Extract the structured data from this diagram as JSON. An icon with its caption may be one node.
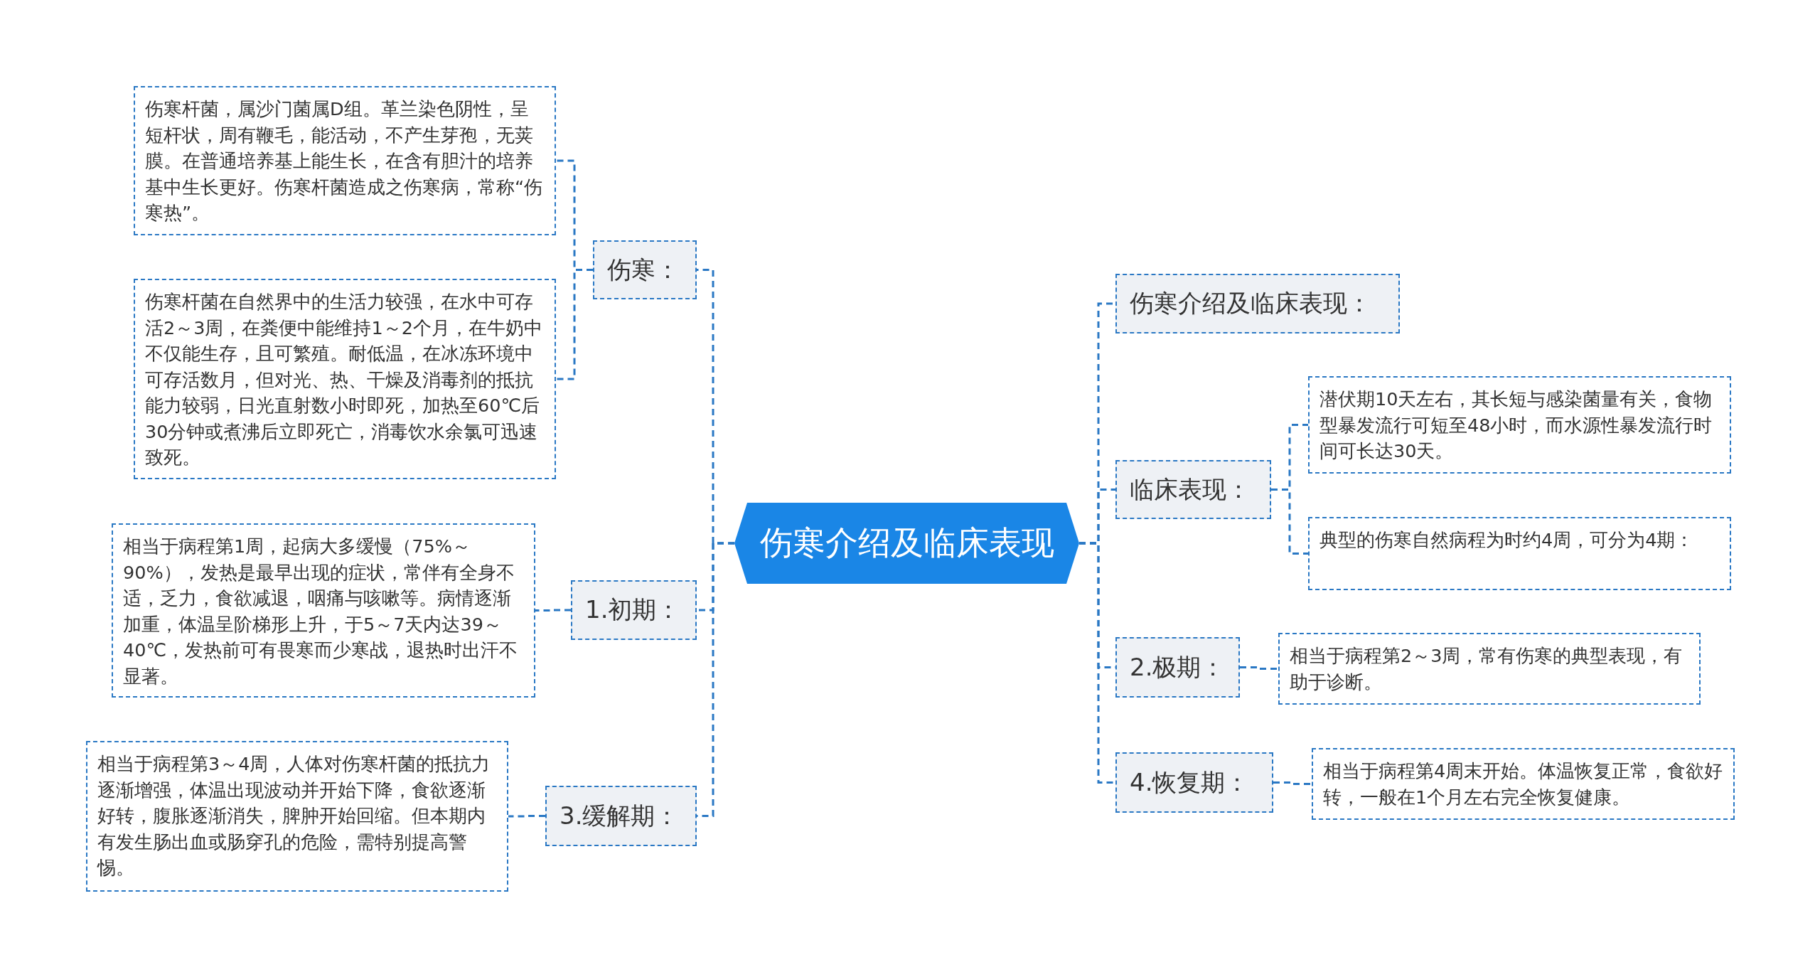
{
  "diagram": {
    "nodes": [
      {
        "text": [
          "伤寒介绍及临床表现"
        ]
      },
      {
        "text": [
          "伤寒："
        ]
      },
      {
        "text": [
          "伤寒杆菌，属沙门菌属D组。革兰染色阴性，呈短杆状，周有鞭毛，能活动，不产生芽孢，无荚膜。在普通培养基上能生长，在含有胆汁的培养基中生长更好。伤寒杆菌造成之伤寒病，常称“伤寒热”。"
        ]
      },
      {
        "text": [
          "伤寒杆菌在自然界中的生活力较强，在水中可存活2～3周，在粪便中能维持1～2个月，在牛奶中不仅能生存，且可繁殖。耐低温，在冰冻环境中可存活数月，但对光、热、干燥及消毒剂的抵抗能力较弱，日光直射数小时即死，加热至60℃后30分钟或煮沸后立即死亡，消毒饮水余氯可迅速致死。"
        ]
      },
      {
        "text": [
          "1.初期："
        ]
      },
      {
        "text": [
          "相当于病程第1周，起病大多缓慢（75%～90%），发热是最早出现的症状，常伴有全身不适，乏力，食欲减退，咽痛与咳嗽等。病情逐渐加重，体温呈阶梯形上升，于5～7天内达39～40℃，发热前可有畏寒而少寒战，退热时出汗不显著。"
        ]
      },
      {
        "text": [
          "3.缓解期："
        ]
      },
      {
        "text": [
          "相当于病程第3～4周，人体对伤寒杆菌的抵抗力逐渐增强，体温出现波动并开始下降，食欲逐渐好转，腹胀逐渐消失，脾肿开始回缩。但本期内有发生肠出血或肠穿孔的危险，需特别提高警惕。"
        ]
      },
      {
        "text": [
          "伤寒介绍及临床表现："
        ]
      },
      {
        "text": [
          "临床表现："
        ]
      },
      {
        "text": [
          "潜伏期10天左右，其长短与感染菌量有关，食物型暴发流行可短至48小时，而水源性暴发流行时间可长达30天。"
        ]
      },
      {
        "text": [
          "典型的伤寒自然病程为时约4周，可分为4期："
        ]
      },
      {
        "text": [
          "2.极期："
        ]
      },
      {
        "text": [
          "相当于病程第2～3周，常有伤寒的典型表现，有助于诊断。"
        ]
      },
      {
        "text": [
          "4.恢复期："
        ]
      },
      {
        "text": [
          "相当于病程第4周末开始。体温恢复正常，食欲好转，一般在1个月左右完全恢复健康。"
        ]
      }
    ],
    "edges": [
      {
        "from": 0,
        "to": 1,
        "arrow": "none"
      },
      {
        "from": 1,
        "to": 2,
        "arrow": "none"
      },
      {
        "from": 1,
        "to": 3,
        "arrow": "none"
      },
      {
        "from": 0,
        "to": 4,
        "arrow": "none"
      },
      {
        "from": 4,
        "to": 5,
        "arrow": "none"
      },
      {
        "from": 0,
        "to": 6,
        "arrow": "none"
      },
      {
        "from": 6,
        "to": 7,
        "arrow": "none"
      },
      {
        "from": 0,
        "to": 8,
        "arrow": "none"
      },
      {
        "from": 0,
        "to": 9,
        "arrow": "none"
      },
      {
        "from": 9,
        "to": 10,
        "arrow": "none"
      },
      {
        "from": 9,
        "to": 11,
        "arrow": "none"
      },
      {
        "from": 0,
        "to": 12,
        "arrow": "none"
      },
      {
        "from": 12,
        "to": 13,
        "arrow": "none"
      },
      {
        "from": 0,
        "to": 14,
        "arrow": "none"
      },
      {
        "from": 14,
        "to": 15,
        "arrow": "none"
      }
    ]
  }
}
